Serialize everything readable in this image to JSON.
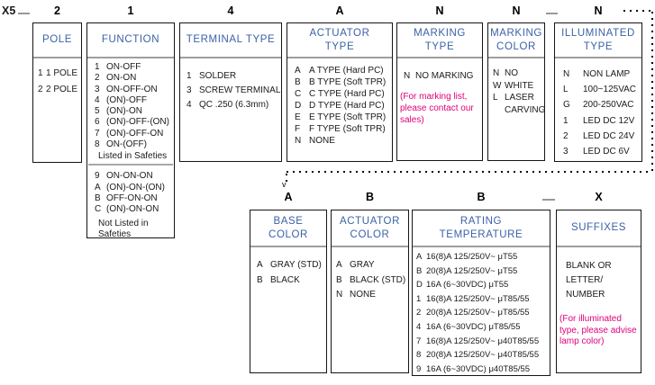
{
  "header": {
    "prefix": "X5",
    "trailing_dots": "· · · ·"
  },
  "connector": {
    "style": "dotted",
    "arrow_glyph": "v"
  },
  "colors": {
    "title_blue": "#3a62a8",
    "note_magenta": "#e0007a",
    "divider_gray": "#9e9e9e",
    "dash_gray": "#999999",
    "border_black": "#151515"
  },
  "boxes": {
    "pole": {
      "code": "2",
      "title": "POLE",
      "items": [
        {
          "key": "1",
          "label": "1 POLE"
        },
        {
          "key": "2",
          "label": "2 POLE"
        }
      ]
    },
    "function": {
      "code": "1",
      "title": "FUNCTION",
      "listed_items": [
        {
          "key": "1",
          "label": "ON-OFF"
        },
        {
          "key": "2",
          "label": "ON-ON"
        },
        {
          "key": "3",
          "label": "ON-OFF-ON"
        },
        {
          "key": "4",
          "label": "(ON)-OFF"
        },
        {
          "key": "5",
          "label": "(ON)-ON"
        },
        {
          "key": "6",
          "label": "(ON)-OFF-(ON)"
        },
        {
          "key": "7",
          "label": "(ON)-OFF-ON"
        },
        {
          "key": "8",
          "label": "ON-(OFF)"
        }
      ],
      "listed_note": "Listed in Safeties",
      "unlisted_items": [
        {
          "key": "9",
          "label": "ON-ON-ON"
        },
        {
          "key": "A",
          "label": "(ON)-ON-(ON)"
        },
        {
          "key": "B",
          "label": "OFF-ON-ON"
        },
        {
          "key": "C",
          "label": "(ON)-ON-ON"
        }
      ],
      "unlisted_note": "Not Listed in\nSafeties"
    },
    "terminal_type": {
      "code": "4",
      "title": "TERMINAL TYPE",
      "items": [
        {
          "key": "1",
          "label": "SOLDER"
        },
        {
          "key": "3",
          "label": "SCREW TERMINAL"
        },
        {
          "key": "4",
          "label": "QC .250 (6.3mm)"
        }
      ]
    },
    "actuator_type": {
      "code": "A",
      "title": "ACTUATOR\nTYPE",
      "items": [
        {
          "key": "A",
          "label": "A TYPE (Hard PC)"
        },
        {
          "key": "B",
          "label": "B TYPE (Soft TPR)"
        },
        {
          "key": "C",
          "label": "C TYPE (Hard PC)"
        },
        {
          "key": "D",
          "label": "D TYPE (Hard PC)"
        },
        {
          "key": "E",
          "label": "E TYPE (Soft TPR)"
        },
        {
          "key": "F",
          "label": "F TYPE (Soft TPR)"
        },
        {
          "key": "N",
          "label": "NONE"
        }
      ]
    },
    "marking_type": {
      "code": "N",
      "title": "MARKING\nTYPE",
      "items": [
        {
          "key": "N",
          "label": "NO MARKING"
        }
      ],
      "note": "(For marking list,\nplease contact our\nsales)"
    },
    "marking_color": {
      "code": "N",
      "title": "MARKING\nCOLOR",
      "items": [
        {
          "key": "N",
          "label": "NO"
        },
        {
          "key": "W",
          "label": "WHITE"
        },
        {
          "key": "L",
          "label": "LASER\nCARVING"
        }
      ]
    },
    "illuminated_type": {
      "code": "N",
      "title": "ILLUMINATED\nTYPE",
      "items": [
        {
          "key": "N",
          "label": "NON LAMP"
        },
        {
          "key": "L",
          "label": "100~125VAC"
        },
        {
          "key": "G",
          "label": "200-250VAC"
        },
        {
          "key": "1",
          "label": "LED DC 12V"
        },
        {
          "key": "2",
          "label": "LED DC 24V"
        },
        {
          "key": "3",
          "label": "LED DC 6V"
        }
      ]
    },
    "base_color": {
      "code": "A",
      "title": "BASE\nCOLOR",
      "items": [
        {
          "key": "A",
          "label": "GRAY (STD)"
        },
        {
          "key": "B",
          "label": "BLACK"
        }
      ]
    },
    "actuator_color": {
      "code": "B",
      "title": "ACTUATOR\nCOLOR",
      "items": [
        {
          "key": "A",
          "label": "GRAY"
        },
        {
          "key": "B",
          "label": "BLACK (STD)"
        },
        {
          "key": "N",
          "label": "NONE"
        }
      ]
    },
    "rating_temperature": {
      "code": "B",
      "title": "RATING\nTEMPERATURE",
      "items": [
        {
          "key": "A",
          "label": "16(8)A 125/250V~ μT55"
        },
        {
          "key": "B",
          "label": "20(8)A 125/250V~ μT55"
        },
        {
          "key": "D",
          "label": "16A (6~30VDC) μT55"
        },
        {
          "key": "1",
          "label": "16(8)A 125/250V~ μT85/55"
        },
        {
          "key": "2",
          "label": "20(8)A 125/250V~ μT85/55"
        },
        {
          "key": "4",
          "label": "16A (6~30VDC) μT85/55"
        },
        {
          "key": "7",
          "label": "16(8)A 125/250V~ μ40T85/55"
        },
        {
          "key": "8",
          "label": "20(8)A 125/250V~ μ40T85/55"
        },
        {
          "key": "9",
          "label": "16A (6~30VDC) μ40T85/55"
        }
      ]
    },
    "suffixes": {
      "code": "X",
      "title": "SUFFIXES",
      "body": "BLANK OR\nLETTER/\nNUMBER",
      "note": "(For illuminated\ntype, please advise\nlamp color)"
    }
  }
}
